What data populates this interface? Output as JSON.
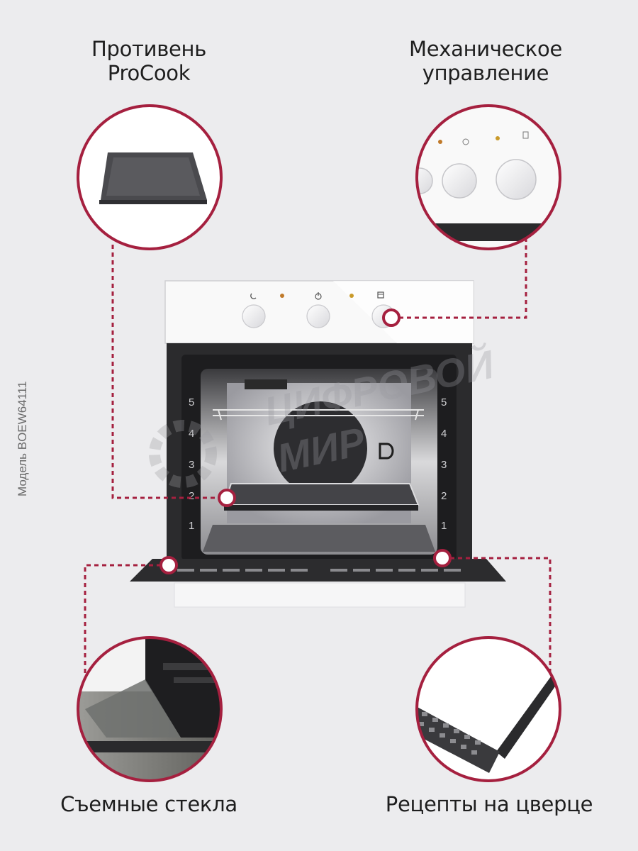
{
  "captions": {
    "tray": [
      "Противень",
      "ProCook"
    ],
    "control": [
      "Механическое",
      "управление"
    ],
    "glass": "Съемные стекла",
    "recipes": "Рецепты на цверце"
  },
  "model_label": "Модель BOEW64111",
  "watermark": {
    "line1": "ЦИФРОВОЙ",
    "line2": "МИР"
  },
  "rack_levels": [
    "5",
    "4",
    "3",
    "2",
    "1"
  ],
  "colors": {
    "accent": "#a5203f",
    "background": "#ececee",
    "text": "#1e1e1e",
    "oven_dark": "#2b2b2d",
    "panel_white": "#f7f7f7"
  },
  "icons": [
    "light-icon",
    "power-icon",
    "mode-icon",
    "indicator-light-icon"
  ]
}
